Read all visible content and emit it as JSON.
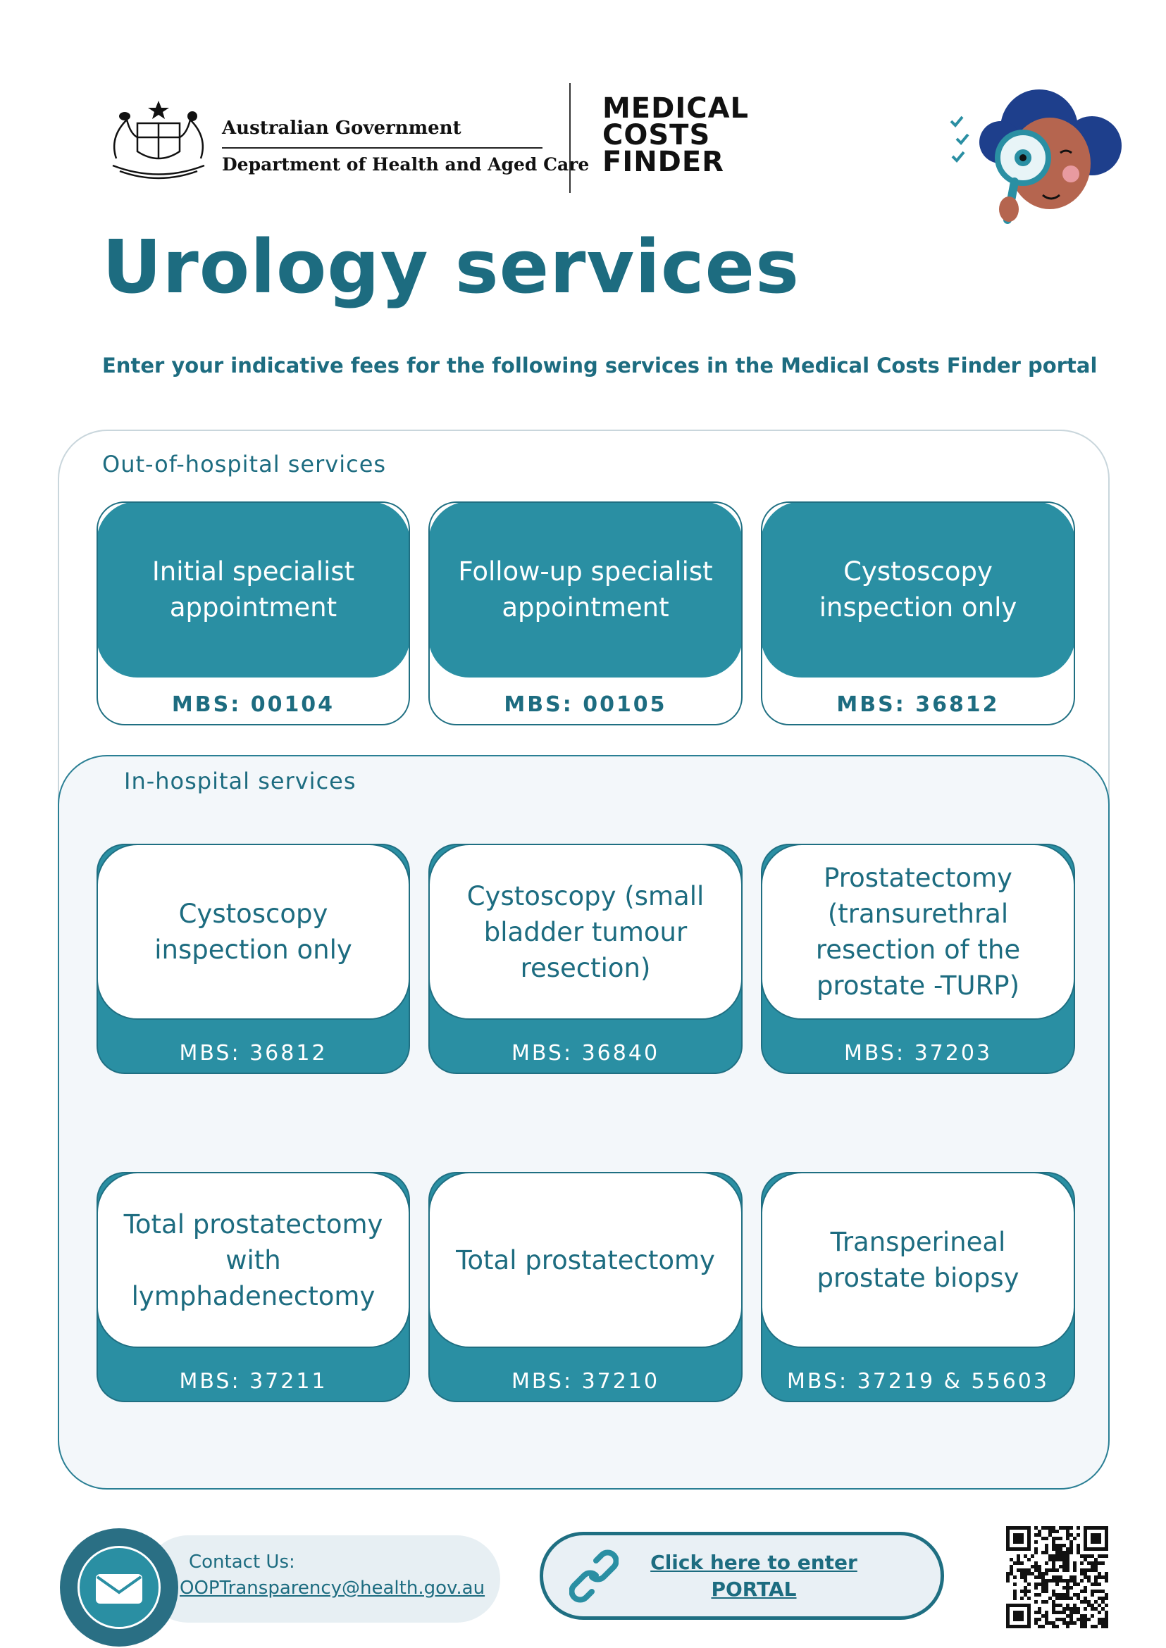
{
  "header": {
    "gov_name": "Australian Government",
    "dept_name": "Department of Health and Aged Care",
    "logo_lines": [
      "MEDICAL",
      "COSTS",
      "FINDER"
    ]
  },
  "title": "Urology services",
  "subtitle": "Enter your indicative fees for the following services in the Medical Costs Finder portal",
  "out_of_hospital": {
    "label": "Out-of-hospital services",
    "cards": [
      {
        "name": "Initial specialist appointment",
        "mbs": "MBS: 00104"
      },
      {
        "name": "Follow-up specialist appointment",
        "mbs": "MBS: 00105"
      },
      {
        "name": "Cystoscopy inspection only",
        "mbs": "MBS: 36812"
      }
    ]
  },
  "in_hospital": {
    "label": "In-hospital services",
    "cards": [
      {
        "name": "Cystoscopy inspection only",
        "mbs": "MBS: 36812"
      },
      {
        "name": "Cystoscopy (small bladder tumour resection)",
        "mbs": "MBS: 36840"
      },
      {
        "name": "Prostatectomy (transurethral resection of the prostate -TURP)",
        "mbs": "MBS: 37203"
      },
      {
        "name": "Total prostatectomy with lymphadenectomy",
        "mbs": "MBS: 37211"
      },
      {
        "name": "Total prostatectomy",
        "mbs": "MBS: 37210"
      },
      {
        "name": "Transperineal prostate biopsy",
        "mbs": "MBS: 37219 & 55603"
      }
    ]
  },
  "footer": {
    "contact_label": "Contact Us:",
    "contact_email": "OOPTransparency@health.gov.au",
    "portal_line1": "Click here to enter",
    "portal_line2": "PORTAL"
  },
  "icons": {
    "mail": "envelope-icon",
    "link": "link-icon",
    "qr": "qr-code",
    "crest": "coat-of-arms-icon"
  },
  "colors": {
    "primary": "#1d6c80",
    "card_teal": "#2a8fa3",
    "panel_bg": "#f3f7fa"
  }
}
